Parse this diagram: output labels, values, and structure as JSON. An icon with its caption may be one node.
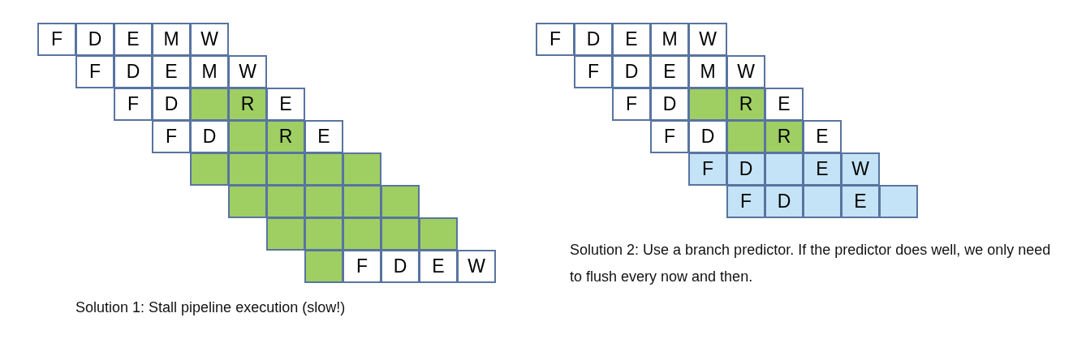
{
  "diagram": {
    "nodes": [
      {
        "text": [
          "F"
        ]
      },
      {
        "text": [
          "D"
        ]
      },
      {
        "text": [
          "E"
        ]
      },
      {
        "text": [
          "M"
        ]
      },
      {
        "text": [
          "W"
        ]
      },
      {
        "text": [
          "F"
        ]
      },
      {
        "text": [
          "D"
        ]
      },
      {
        "text": [
          "E"
        ]
      },
      {
        "text": [
          "M"
        ]
      },
      {
        "text": [
          "W"
        ]
      },
      {
        "text": [
          "F"
        ]
      },
      {
        "text": [
          "D"
        ]
      },
      {
        "text": [],
        "shape": "box"
      },
      {
        "text": [
          "R"
        ]
      },
      {
        "text": [
          "E"
        ]
      },
      {
        "text": [
          "F"
        ]
      },
      {
        "text": [
          "D"
        ]
      },
      {
        "text": [],
        "shape": "box"
      },
      {
        "text": [
          "R"
        ]
      },
      {
        "text": [
          "E"
        ]
      },
      {
        "text": [],
        "shape": "box"
      },
      {
        "text": [],
        "shape": "box"
      },
      {
        "text": [],
        "shape": "box"
      },
      {
        "text": [],
        "shape": "box"
      },
      {
        "text": [],
        "shape": "box"
      },
      {
        "text": [],
        "shape": "box"
      },
      {
        "text": [],
        "shape": "box"
      },
      {
        "text": [],
        "shape": "box"
      },
      {
        "text": [],
        "shape": "box"
      },
      {
        "text": [],
        "shape": "box"
      },
      {
        "text": [],
        "shape": "box"
      },
      {
        "text": [],
        "shape": "box"
      },
      {
        "text": [],
        "shape": "box"
      },
      {
        "text": [],
        "shape": "box"
      },
      {
        "text": [],
        "shape": "box"
      },
      {
        "text": [],
        "shape": "box"
      },
      {
        "text": [
          "F"
        ]
      },
      {
        "text": [
          "D"
        ]
      },
      {
        "text": [
          "E"
        ]
      },
      {
        "text": [
          "W"
        ]
      },
      {
        "text": [
          "F"
        ]
      },
      {
        "text": [
          "D"
        ]
      },
      {
        "text": [
          "E"
        ]
      },
      {
        "text": [
          "M"
        ]
      },
      {
        "text": [
          "W"
        ]
      },
      {
        "text": [
          "F"
        ]
      },
      {
        "text": [
          "D"
        ]
      },
      {
        "text": [
          "E"
        ]
      },
      {
        "text": [
          "M"
        ]
      },
      {
        "text": [
          "W"
        ]
      },
      {
        "text": [
          "F"
        ]
      },
      {
        "text": [
          "D"
        ]
      },
      {
        "text": [],
        "shape": "box"
      },
      {
        "text": [
          "R"
        ]
      },
      {
        "text": [
          "E"
        ]
      },
      {
        "text": [
          "F"
        ]
      },
      {
        "text": [
          "D"
        ]
      },
      {
        "text": [],
        "shape": "box"
      },
      {
        "text": [
          "R"
        ]
      },
      {
        "text": [
          "E"
        ]
      },
      {
        "text": [
          "F"
        ]
      },
      {
        "text": [
          "D"
        ]
      },
      {
        "text": [],
        "shape": "box"
      },
      {
        "text": [
          "E"
        ]
      },
      {
        "text": [
          "W"
        ]
      },
      {
        "text": [
          "F"
        ]
      },
      {
        "text": [
          "D"
        ]
      },
      {
        "text": [],
        "shape": "box"
      },
      {
        "text": [
          "E"
        ]
      },
      {
        "text": [],
        "shape": "box"
      }
    ],
    "labels": [
      "Solution 1: Stall pipeline execution (slow!)",
      "Solution 2: Use a branch predictor. If the predictor does well, we only need to flush every now and then."
    ]
  }
}
